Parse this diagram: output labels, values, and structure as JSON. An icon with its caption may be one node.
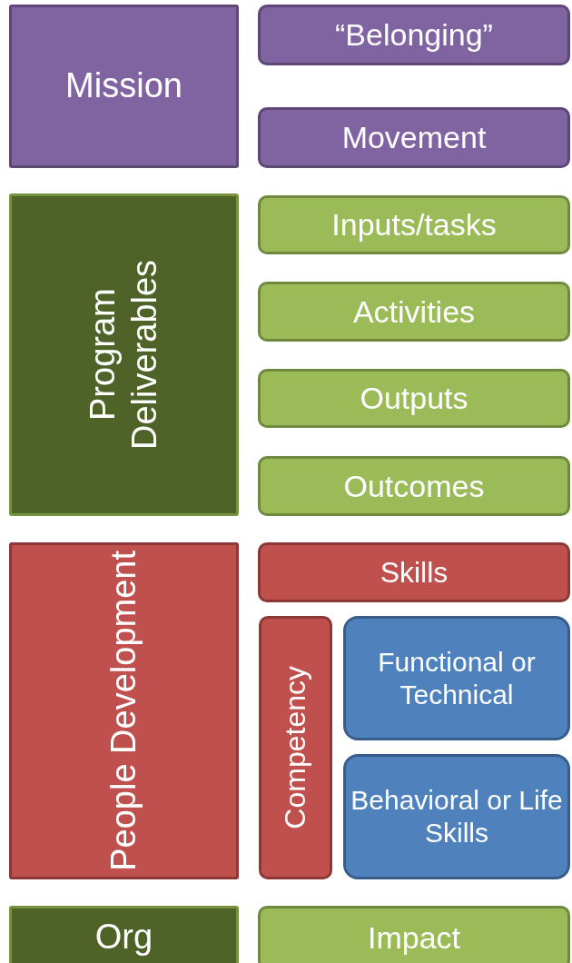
{
  "diagram": {
    "nodes": [
      {
        "text": [
          "Mission"
        ]
      },
      {
        "text": [
          "“Belonging”"
        ]
      },
      {
        "text": [
          "Movement"
        ]
      },
      {
        "text": [
          "Program Deliverables"
        ]
      },
      {
        "text": [
          "Inputs/tasks"
        ]
      },
      {
        "text": [
          "Activities"
        ]
      },
      {
        "text": [
          "Outputs"
        ]
      },
      {
        "text": [
          "Outcomes"
        ]
      },
      {
        "text": [
          "People Development"
        ]
      },
      {
        "text": [
          "Skills"
        ]
      },
      {
        "text": [
          "Competency"
        ]
      },
      {
        "text": [
          "Functional or Technical"
        ]
      },
      {
        "text": [
          "Behavioral or Life Skills"
        ]
      },
      {
        "text": [
          "Org"
        ]
      },
      {
        "text": [
          "Impact"
        ]
      }
    ]
  }
}
